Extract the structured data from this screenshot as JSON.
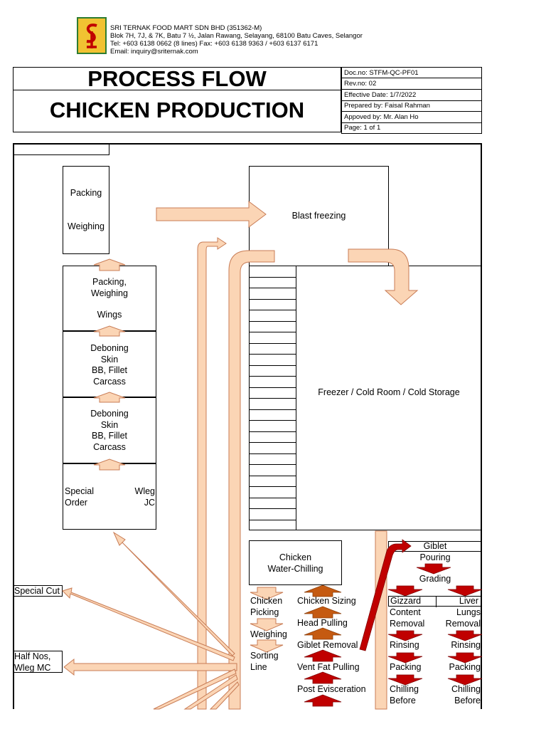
{
  "company": {
    "name": "SRI TERNAK FOOD MART SDN BHD (351362-M)",
    "address": "Blok 7H, 7J, & 7K, Batu 7 ½, Jalan Rawang, Selayang, 68100 Batu Caves, Selangor",
    "tel": "Tel: +603 6138 0662 (8 lines)  Fax: +603 6138 9363 / +603 6137 6171",
    "email": "Email: inquiry@sriternak.com"
  },
  "header": {
    "title": "PROCESS FLOW",
    "subtitle": "CHICKEN PRODUCTION",
    "doc_no": "Doc.no: STFM-QC-PF01",
    "rev_no": "Rev.no: 02",
    "effective_date": "Effective Date: 1/7/2022",
    "prepared_by": "Prepared by: Faisal Rahman",
    "approved_by": "Appoved by: Mr. Alan Ho",
    "page": "Page: 1 of 1"
  },
  "flow": {
    "packing": "Packing",
    "weighing": "Weighing",
    "blast_freezing": "Blast freezing",
    "packing_weighing": "Packing,\nWeighing",
    "wings": "Wings",
    "deboning1": "Deboning\nSkin\nBB, Fillet\nCarcass",
    "deboning2": "Deboning\nSkin\nBB, Fillet\nCarcass",
    "special_order": "Special\nOrder",
    "wleg_jc": "Wleg\nJC",
    "freezer": "Freezer / Cold Room / Cold Storage",
    "water_chilling": "Chicken\nWater-Chilling",
    "special_cut": "Special Cut",
    "half_nos": "Half Nos,\nWleg MC",
    "chicken_picking": "Chicken\nPicking",
    "weighing2": "Weighing",
    "sorting_line": "Sorting\nLine",
    "chicken_sizing": "Chicken Sizing",
    "head_pulling": "Head Pulling",
    "giblet_removal": "Giblet Removal",
    "vent_fat": "Vent Fat Pulling",
    "post_evisceration": "Post Evisceration",
    "giblet": "Giblet",
    "pouring": "Pouring",
    "grading": "Grading",
    "gizzard": "Gizzard",
    "liver": "Liver",
    "content_removal": "Content\nRemoval",
    "lungs_removal": "Lungs\nRemoval",
    "rinsing": "Rinsing",
    "packing2": "Packing",
    "chilling_before": "Chilling\nBefore"
  },
  "colors": {
    "peach": "#fbd5b5",
    "peach_stroke": "#c87c55",
    "brown": "#c55a11",
    "red": "#c00000",
    "logo_bg": "#f1c232",
    "logo_border": "#2e7d32"
  }
}
